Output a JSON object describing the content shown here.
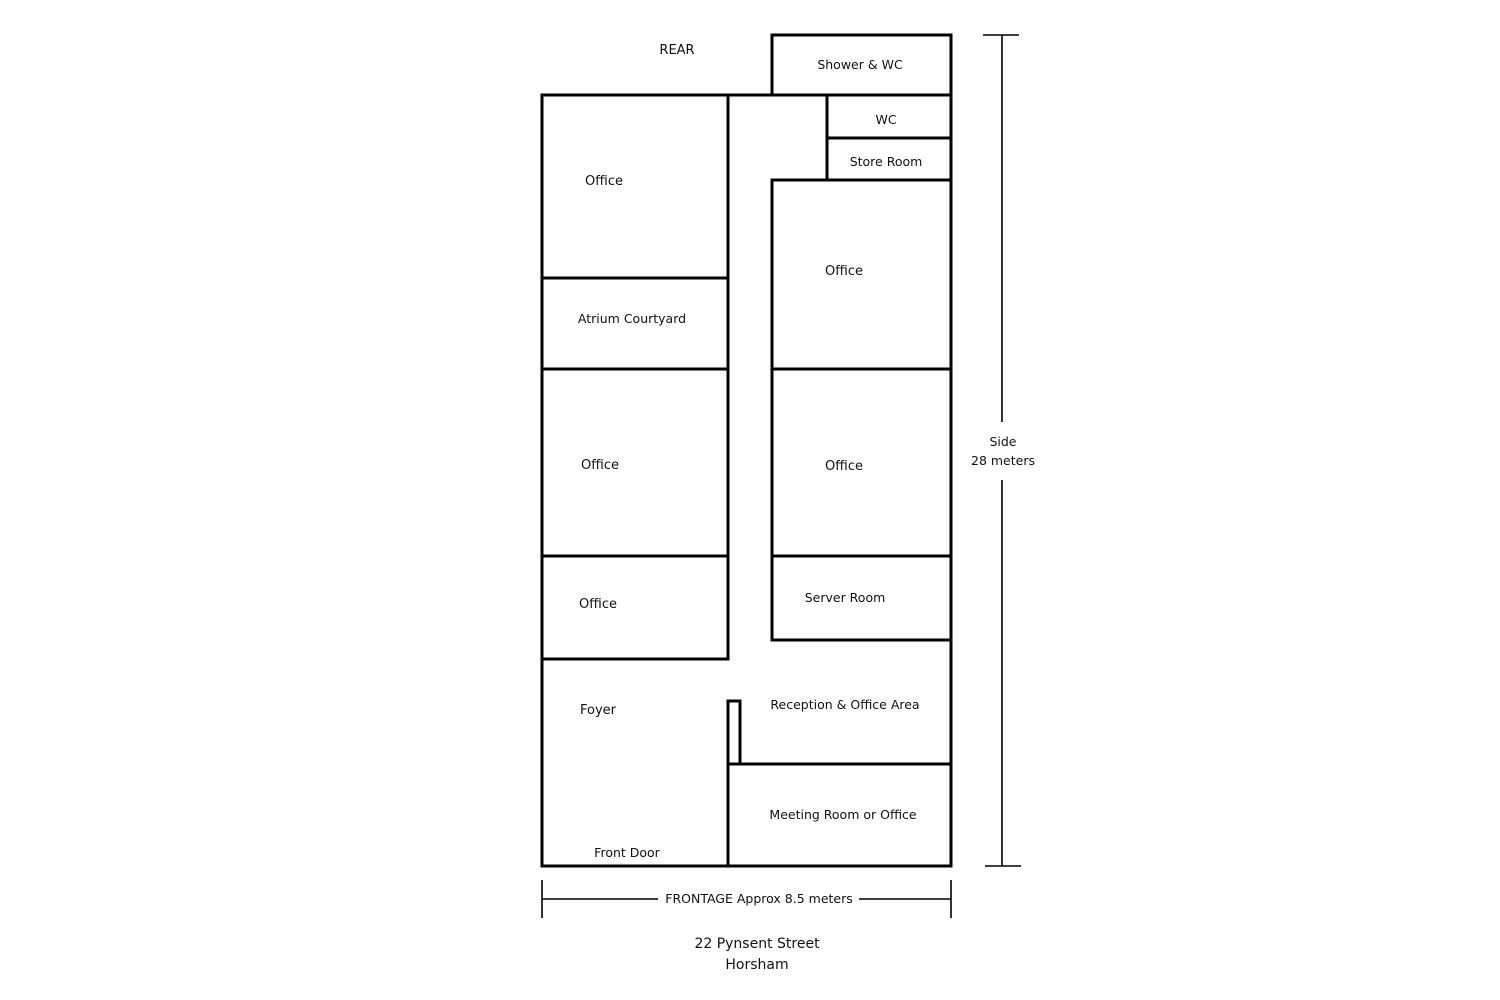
{
  "plan": {
    "rear_label": "REAR",
    "rooms": {
      "shower_wc": "Shower & WC",
      "wc": "WC",
      "store_room": "Store Room",
      "office_top_left": "Office",
      "atrium": "Atrium Courtyard",
      "office_mid_left": "Office",
      "office_low_left": "Office",
      "office_top_right": "Office",
      "office_mid_right": "Office",
      "server_room": "Server Room",
      "reception": "Reception & Office Area",
      "foyer": "Foyer",
      "meeting_room": "Meeting Room or Office",
      "front_door": "Front Door"
    },
    "dimensions": {
      "side_line1": "Side",
      "side_line2": "28 meters",
      "frontage": "FRONTAGE Approx 8.5 meters"
    },
    "address": {
      "street": "22 Pynsent Street",
      "town": "Horsham"
    }
  }
}
